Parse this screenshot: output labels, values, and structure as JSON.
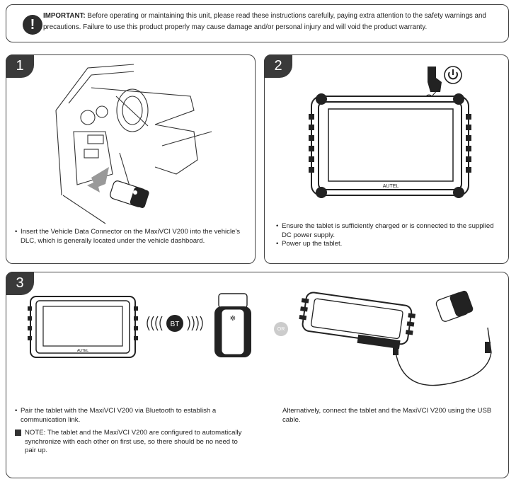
{
  "notice": {
    "label": "IMPORTANT:",
    "text": " Before operating or maintaining this unit, please read these instructions carefully, paying extra attention to the safety warnings and precautions. Failure to use this product properly may cause damage and/or personal injury and will void the product warranty.",
    "icon": "exclamation-icon"
  },
  "step1": {
    "number": "1",
    "bullets": [
      "Insert the Vehicle Data Connector on the MaxiVCI V200 into the vehicle's DLC, which is generally located under the vehicle dashboard."
    ]
  },
  "step2": {
    "number": "2",
    "bullets": [
      "Ensure the tablet is sufficiently charged or is connected to the supplied DC power supply.",
      "Power up the tablet."
    ],
    "brand": "AUTEL"
  },
  "step3": {
    "number": "3",
    "bt_label": "BT",
    "or_label": "OR",
    "tablet_brand": "AUTEL",
    "left_bullet": "Pair the tablet with the MaxiVCI V200 via Bluetooth to establish a communication link.",
    "note_label": "NOTE:",
    "note_text": " The tablet and the MaxiVCI V200 are configured to automatically synchronize with each other on first use, so there should be no need to pair up.",
    "right_text": "Alternatively, connect the tablet and the MaxiVCI V200 using the USB cable."
  }
}
